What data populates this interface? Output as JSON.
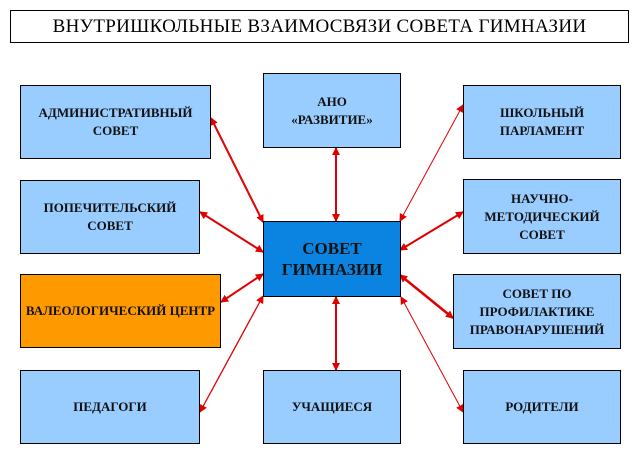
{
  "title": "ВНУТРИШКОЛЬНЫЕ ВЗАИМОСВЯЗИ СОВЕТА ГИМНАЗИИ",
  "center": "СОВЕТ ГИМНАЗИИ",
  "nodes": {
    "admin": "АДМИНИСТРАТИВНЫЙ СОВЕТ",
    "trustees": "ПОПЕЧИТЕЛЬСКИЙ СОВЕТ",
    "valeo": "ВАЛЕОЛОГИЧЕСКИЙ ЦЕНТР",
    "teachers": "ПЕДАГОГИ",
    "ano": "АНО «РАЗВИТИЕ»",
    "students": "УЧАЩИЕСЯ",
    "parliament": "ШКОЛЬНЫЙ ПАРЛАМЕНТ",
    "methodical": "НАУЧНО-МЕТОДИЧЕСКИЙ СОВЕТ",
    "prevention": "СОВЕТ ПО ПРОФИЛАКТИКЕ ПРАВОНАРУШЕНИЙ",
    "parents": "РОДИТЕЛИ"
  },
  "colors": {
    "node": "#99ccff",
    "center": "#0a84e0",
    "highlight": "#ff9900",
    "arrow": "#e00000"
  }
}
